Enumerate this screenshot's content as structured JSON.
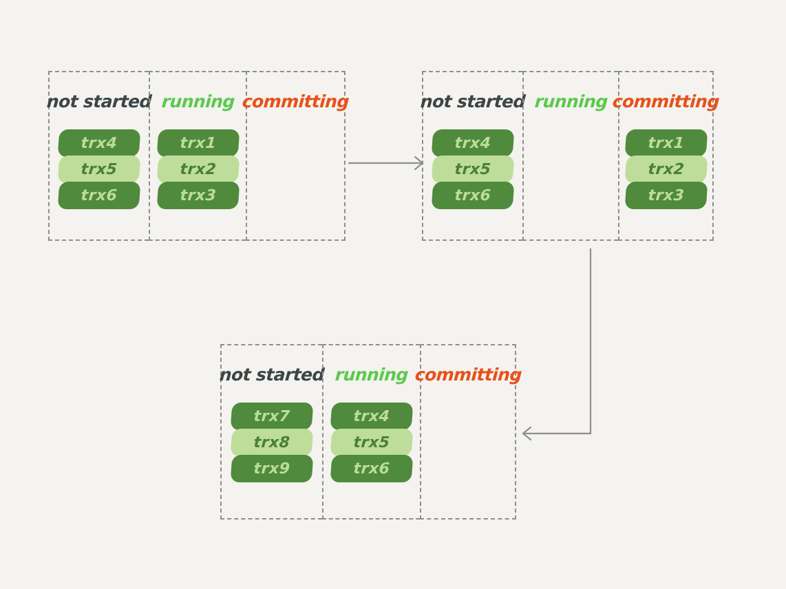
{
  "diagram": {
    "title": "transaction state machine snapshots",
    "background_color": "#f4f3ef",
    "border_color": "#8d8f8b",
    "arrow_color": "#8d8f8b",
    "colors": {
      "not_started_label": "#3d4548",
      "running_label": "#5cc94e",
      "committing_label": "#e8501a",
      "pill_dark": "#4f8a3d",
      "pill_dark_text": "#bcdd97",
      "pill_light": "#bedd9a",
      "pill_light_text": "#4a7f38"
    }
  },
  "groups": [
    {
      "id": "group-1",
      "columns": [
        {
          "id": "not-started",
          "label": "not started",
          "tone": "notstarted",
          "items": [
            {
              "label": "trx4",
              "tone": "dark"
            },
            {
              "label": "trx5",
              "tone": "light"
            },
            {
              "label": "trx6",
              "tone": "dark"
            }
          ]
        },
        {
          "id": "running",
          "label": "running",
          "tone": "running",
          "items": [
            {
              "label": "trx1",
              "tone": "dark"
            },
            {
              "label": "trx2",
              "tone": "light"
            },
            {
              "label": "trx3",
              "tone": "dark"
            }
          ]
        },
        {
          "id": "committing",
          "label": "committing",
          "tone": "committing",
          "items": []
        }
      ]
    },
    {
      "id": "group-2",
      "columns": [
        {
          "id": "not-started",
          "label": "not started",
          "tone": "notstarted",
          "items": [
            {
              "label": "trx4",
              "tone": "dark"
            },
            {
              "label": "trx5",
              "tone": "light"
            },
            {
              "label": "trx6",
              "tone": "dark"
            }
          ]
        },
        {
          "id": "running",
          "label": "running",
          "tone": "running",
          "items": []
        },
        {
          "id": "committing",
          "label": "committing",
          "tone": "committing",
          "items": [
            {
              "label": "trx1",
              "tone": "dark"
            },
            {
              "label": "trx2",
              "tone": "light"
            },
            {
              "label": "trx3",
              "tone": "dark"
            }
          ]
        }
      ]
    },
    {
      "id": "group-3",
      "columns": [
        {
          "id": "not-started",
          "label": "not started",
          "tone": "notstarted",
          "items": [
            {
              "label": "trx7",
              "tone": "dark"
            },
            {
              "label": "trx8",
              "tone": "light"
            },
            {
              "label": "trx9",
              "tone": "dark"
            }
          ]
        },
        {
          "id": "running",
          "label": "running",
          "tone": "running",
          "items": [
            {
              "label": "trx4",
              "tone": "dark"
            },
            {
              "label": "trx5",
              "tone": "light"
            },
            {
              "label": "trx6",
              "tone": "dark"
            }
          ]
        },
        {
          "id": "committing",
          "label": "committing",
          "tone": "committing",
          "items": []
        }
      ]
    }
  ],
  "arrows": [
    {
      "id": "arrow-group1-to-group2",
      "direction": "right"
    },
    {
      "id": "arrow-group2-to-group3",
      "direction": "down-left"
    }
  ]
}
